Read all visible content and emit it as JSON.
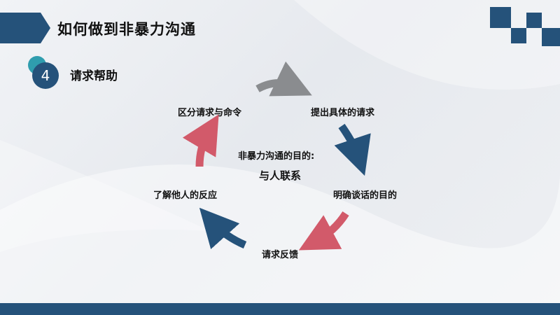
{
  "slide": {
    "title": "如何做到非暴力沟通",
    "section_number": "4",
    "section_title": "请求帮助",
    "center_line1": "非暴力沟通的目的:",
    "center_line2": "与人联系",
    "steps": [
      "提出具体的请求",
      "明确谈话的目的",
      "请求反馈",
      "了解他人的反应",
      "区分请求与命令"
    ]
  },
  "colors": {
    "navy": "#25527a",
    "teal": "#2f9dae",
    "red": "#d25a6a",
    "gray": "#8a8c8f"
  }
}
